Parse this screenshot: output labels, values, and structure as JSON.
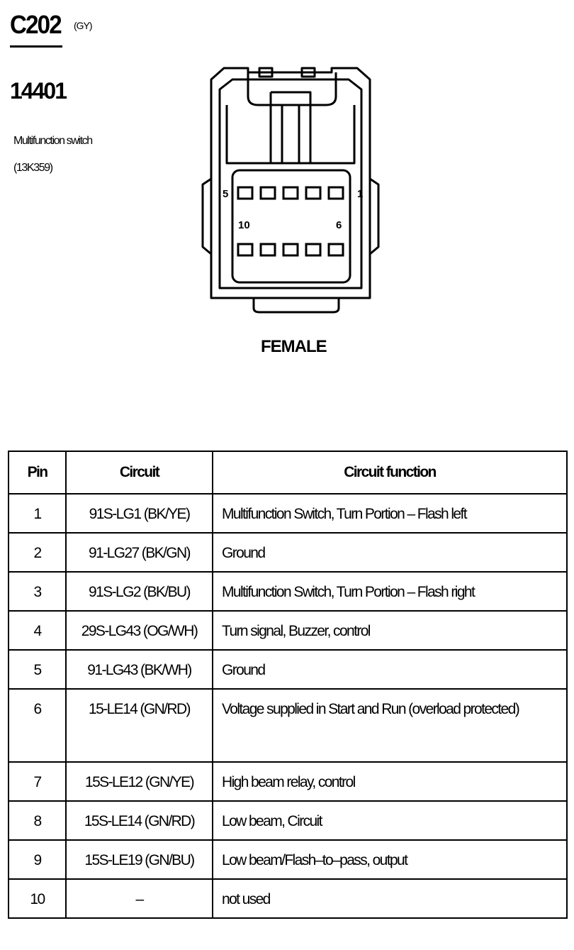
{
  "header": {
    "connector_id": "C202",
    "connector_color": "(GY)",
    "part_number": "14401",
    "component_name": "Multifunction switch",
    "component_code": "(13K359)"
  },
  "diagram": {
    "top_row_left": "5",
    "top_row_right": "1",
    "bottom_row_left": "10",
    "bottom_row_right": "6",
    "gender": "FEMALE"
  },
  "table": {
    "headers": [
      "Pin",
      "Circuit",
      "Circuit function"
    ],
    "rows": [
      {
        "pin": "1",
        "circuit": "91S-LG1 (BK/YE)",
        "function": "Multifunction Switch, Turn Portion – Flash left"
      },
      {
        "pin": "2",
        "circuit": "91-LG27 (BK/GN)",
        "function": "Ground"
      },
      {
        "pin": "3",
        "circuit": "91S-LG2 (BK/BU)",
        "function": "Multifunction Switch, Turn Portion – Flash right"
      },
      {
        "pin": "4",
        "circuit": "29S-LG43 (OG/WH)",
        "function": "Turn signal, Buzzer, control"
      },
      {
        "pin": "5",
        "circuit": "91-LG43 (BK/WH)",
        "function": "Ground"
      },
      {
        "pin": "6",
        "circuit": "15-LE14 (GN/RD)",
        "function": "Voltage supplied in Start and Run (overload protected)"
      },
      {
        "pin": "7",
        "circuit": "15S-LE12 (GN/YE)",
        "function": "High beam relay, control"
      },
      {
        "pin": "8",
        "circuit": "15S-LE14 (GN/RD)",
        "function": "Low beam, Circuit"
      },
      {
        "pin": "9",
        "circuit": "15S-LE19 (GN/BU)",
        "function": "Low beam/Flash–to–pass, output"
      },
      {
        "pin": "10",
        "circuit": "–",
        "function": "not used"
      }
    ]
  }
}
